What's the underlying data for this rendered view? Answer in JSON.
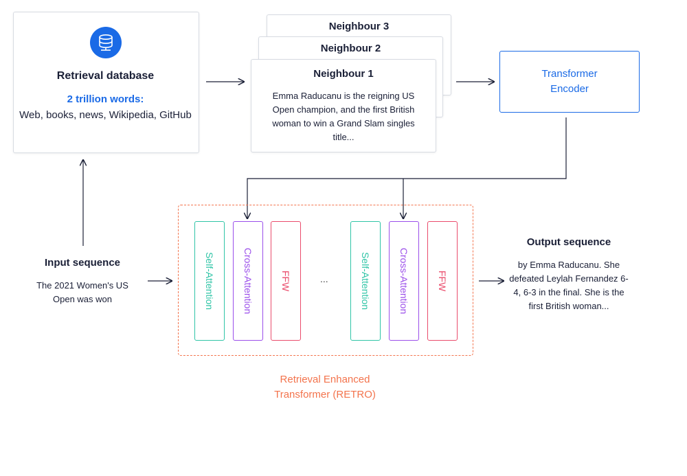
{
  "database": {
    "title": "Retrieval database",
    "highlight": "2 trillion words:",
    "description": "Web, books, news, Wikipedia, GitHub",
    "icon": "database-icon"
  },
  "neighbours": {
    "n3_title": "Neighbour 3",
    "n2_title": "Neighbour 2",
    "n1_title": "Neighbour 1",
    "n1_text": "Emma Raducanu is the reigning US Open champion, and the first British woman to win a Grand Slam singles title..."
  },
  "encoder": {
    "label": "Transformer Encoder"
  },
  "input": {
    "title": "Input sequence",
    "text": "The 2021 Women's US Open was won"
  },
  "retro": {
    "layers": [
      "Self-Attention",
      "Cross-Attention",
      "FFW"
    ],
    "ellipsis": "...",
    "label": "Retrieval Enhanced Transformer (RETRO)"
  },
  "output": {
    "title": "Output sequence",
    "text": "by Emma Raducanu. She defeated Leylah Fernandez 6-4, 6-3 in the final. She is the first British woman..."
  },
  "colors": {
    "accent": "#1a6ae6",
    "retro": "#f3734c",
    "self_attention": "#2ec4a6",
    "cross_attention": "#9a4dea",
    "ffw": "#ea4b6b"
  }
}
